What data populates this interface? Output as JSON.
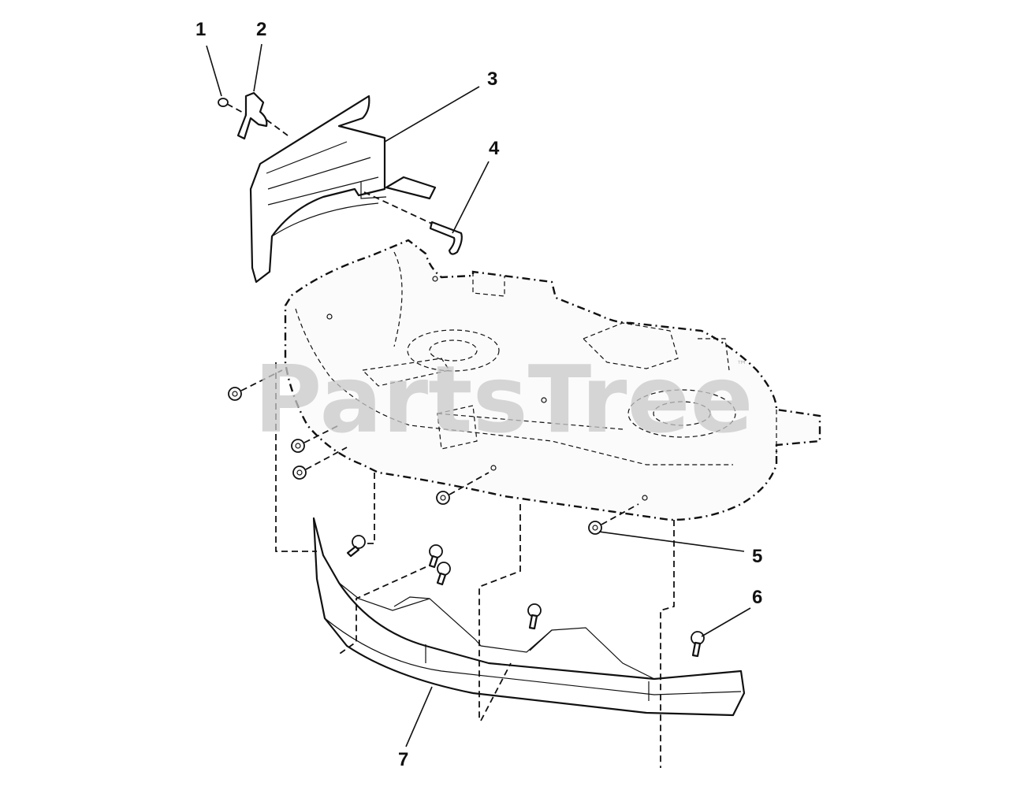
{
  "watermark": {
    "text": "PartsTree",
    "trademark": "™"
  },
  "callouts": [
    {
      "id": "1",
      "label": "1"
    },
    {
      "id": "2",
      "label": "2"
    },
    {
      "id": "3",
      "label": "3"
    },
    {
      "id": "4",
      "label": "4"
    },
    {
      "id": "5",
      "label": "5"
    },
    {
      "id": "6",
      "label": "6"
    },
    {
      "id": "7",
      "label": "7"
    }
  ]
}
